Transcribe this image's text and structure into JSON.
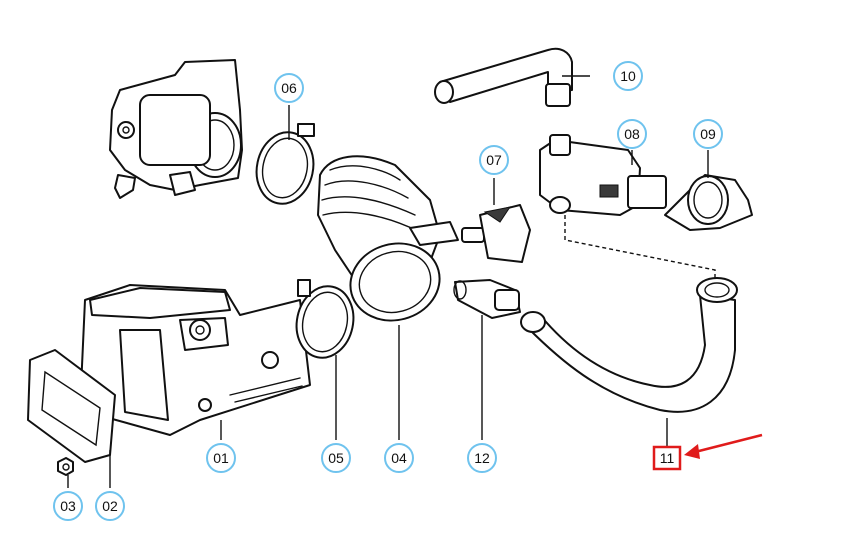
{
  "callouts": [
    {
      "id": "01",
      "label": "01"
    },
    {
      "id": "02",
      "label": "02"
    },
    {
      "id": "03",
      "label": "03"
    },
    {
      "id": "04",
      "label": "04"
    },
    {
      "id": "05",
      "label": "05"
    },
    {
      "id": "06",
      "label": "06"
    },
    {
      "id": "07",
      "label": "07"
    },
    {
      "id": "08",
      "label": "08"
    },
    {
      "id": "09",
      "label": "09"
    },
    {
      "id": "10",
      "label": "10"
    },
    {
      "id": "11",
      "label": "11",
      "highlighted": true
    },
    {
      "id": "12",
      "label": "12"
    }
  ],
  "colors": {
    "callout_ring": "#6fc3ee",
    "highlight": "#e01b1b",
    "line": "#111111"
  }
}
